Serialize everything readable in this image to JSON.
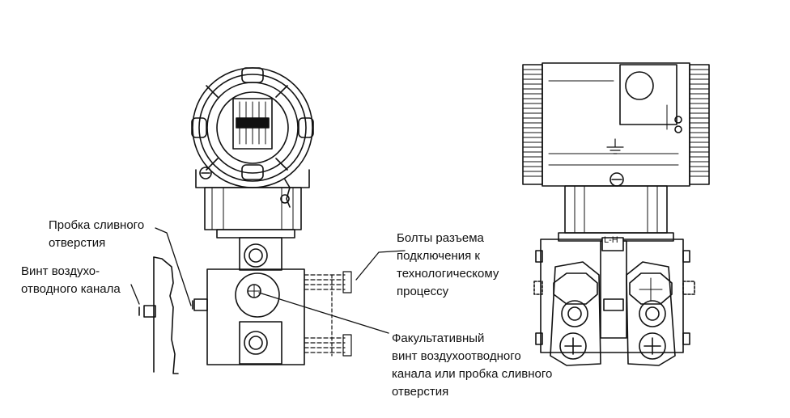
{
  "labels": {
    "drain_plug": "Пробка сливного\nотверстия",
    "vent_screw": "Винт воздухо-\nотводного канала",
    "flange_bolts": "Болты разъема\nподключения к\nтехнологическому\nпроцессу",
    "optional_vent": "Факультативный\nвинт воздухоотводного\nканала или пробка сливного\nотверстия",
    "lh_mark": "L-H"
  },
  "colors": {
    "ink": "#111111",
    "paper": "#ffffff"
  }
}
